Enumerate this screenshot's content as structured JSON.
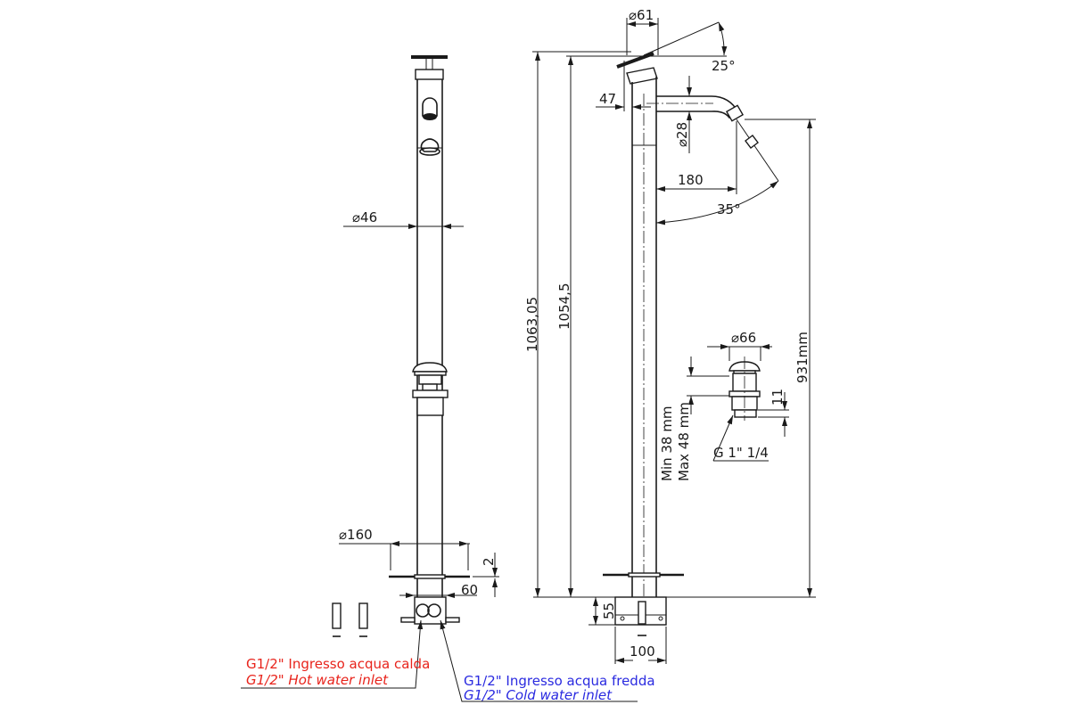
{
  "colors": {
    "line": "#1a1a1a",
    "hot": "#e8241c",
    "cold": "#2a2ae0"
  },
  "left_view": {
    "dia_column": "⌀46",
    "dia_plate": "⌀160",
    "plate_thickness": "2",
    "box_width": "60"
  },
  "right_view": {
    "dia_handle": "⌀61",
    "handle_angle": "25°",
    "offset": "47",
    "dia_spout": "⌀28",
    "reach": "180",
    "aerator_angle": "35°",
    "total_height": "1063,05",
    "height": "1054,5",
    "spout_height": "931mm",
    "box_height": "55",
    "box_width": "100"
  },
  "drain": {
    "dia": "⌀66",
    "thickness_min": "Min 38 mm",
    "thickness_max": "Max 48 mm",
    "thread_height": "11",
    "thread": "G 1\" 1/4"
  },
  "labels": {
    "hot_it": "G1/2\" Ingresso acqua calda",
    "hot_en": "G1/2\" Hot water inlet",
    "cold_it": "G1/2\" Ingresso acqua fredda",
    "cold_en": "G1/2\" Cold water inlet"
  }
}
